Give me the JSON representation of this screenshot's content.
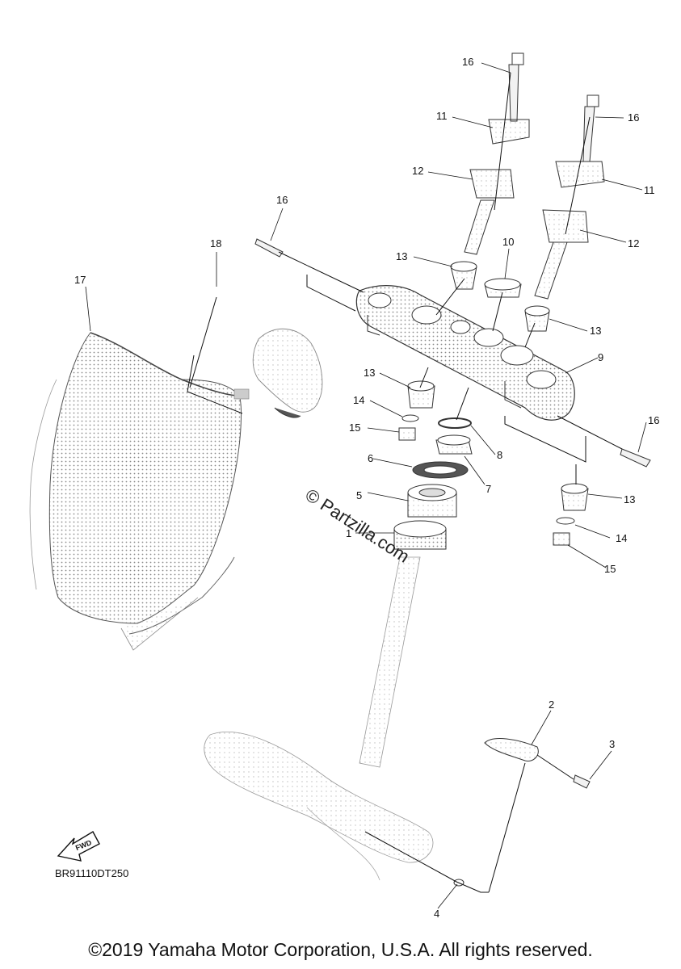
{
  "callouts": [
    {
      "id": "c16a",
      "text": "16"
    },
    {
      "id": "c11a",
      "text": "11"
    },
    {
      "id": "c12a",
      "text": "12"
    },
    {
      "id": "c16b",
      "text": "16"
    },
    {
      "id": "c11b",
      "text": "11"
    },
    {
      "id": "c12b",
      "text": "12"
    },
    {
      "id": "c16c",
      "text": "16"
    },
    {
      "id": "c18",
      "text": "18"
    },
    {
      "id": "c17",
      "text": "17"
    },
    {
      "id": "c13a",
      "text": "13"
    },
    {
      "id": "c10",
      "text": "10"
    },
    {
      "id": "c13b",
      "text": "13"
    },
    {
      "id": "c9",
      "text": "9"
    },
    {
      "id": "c13c",
      "text": "13"
    },
    {
      "id": "c14a",
      "text": "14"
    },
    {
      "id": "c15a",
      "text": "15"
    },
    {
      "id": "c8",
      "text": "8"
    },
    {
      "id": "c6",
      "text": "6"
    },
    {
      "id": "c7",
      "text": "7"
    },
    {
      "id": "c5",
      "text": "5"
    },
    {
      "id": "c16d",
      "text": "16"
    },
    {
      "id": "c13d",
      "text": "13"
    },
    {
      "id": "c1",
      "text": "1"
    },
    {
      "id": "c14b",
      "text": "14"
    },
    {
      "id": "c15b",
      "text": "15"
    },
    {
      "id": "c2",
      "text": "2"
    },
    {
      "id": "c3",
      "text": "3"
    },
    {
      "id": "c4",
      "text": "4"
    }
  ],
  "fwd_label": "FWD",
  "diagram_code": "BR91110DT250",
  "watermark": "© Partzilla.com",
  "copyright": "©2019 Yamaha Motor Corporation, U.S.A. All rights reserved."
}
